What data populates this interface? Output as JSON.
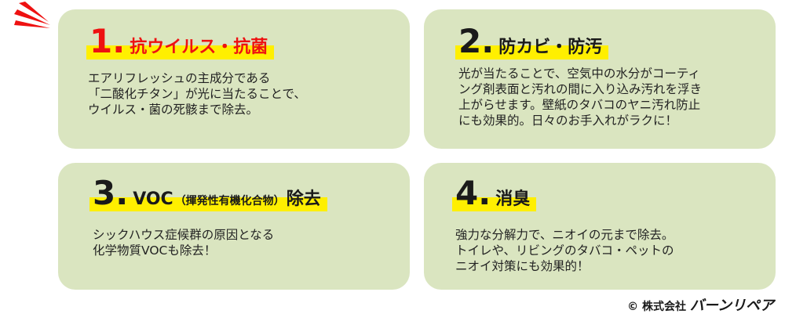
{
  "colors": {
    "card_bg": "#dae5c0",
    "highlight": "#ffef00",
    "accent_red": "#ee1111"
  },
  "burst": {
    "icon": "burst-icon"
  },
  "cards": [
    {
      "number": "1.",
      "title": "抗ウイルス・抗菌",
      "lines": [
        "エアリフレッシュの主成分である",
        "「二酸化チタン」が光に当たることで、",
        "ウイルス・菌の死骸まで除去。"
      ]
    },
    {
      "number": "2.",
      "title": "防カビ・防汚",
      "lines": [
        "光が当たることで、空気中の水分がコーティ",
        "ング剤表面と汚れの間に入り込み汚れを浮き",
        "上がらせます。壁紙のタバコのヤニ汚れ防止",
        "にも効果的。日々のお手入れがラクに！"
      ]
    },
    {
      "number": "3.",
      "title_prefix": "VOC",
      "title_paren": "（揮発性有機化合物）",
      "title_suffix": "除去",
      "lines": [
        "シックハウス症候群の原因となる",
        "化学物質VOCも除去！"
      ]
    },
    {
      "number": "4.",
      "title": "消臭",
      "lines": [
        "強力な分解力で、ニオイの元まで除去。",
        "トイレや、リビングのタバコ・ペットの",
        "ニオイ対策にも効果的！"
      ]
    }
  ],
  "footer": {
    "copyright_mark": "©",
    "company_type": "株式会社",
    "brand": "バーンリペア"
  }
}
